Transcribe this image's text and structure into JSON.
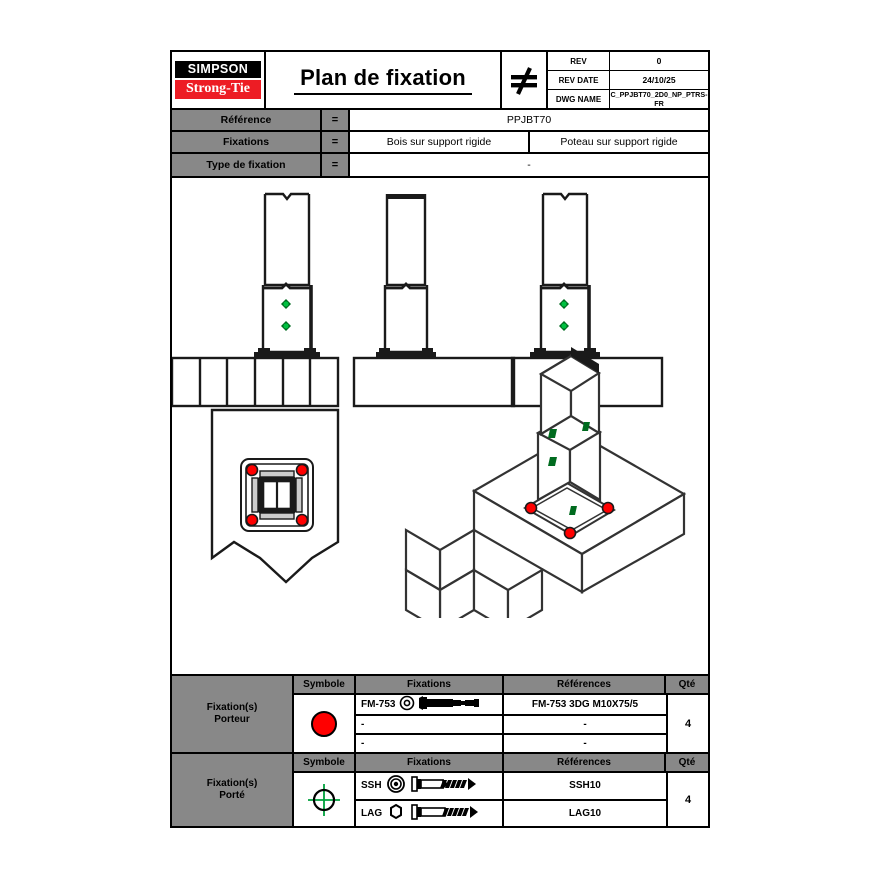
{
  "titleblock": {
    "logo_top": "SIMPSON",
    "logo_bottom": "Strong-Tie",
    "title": "Plan de fixation",
    "projection_symbol": "not-equal-symbol",
    "rev_label": "REV",
    "rev_value": "0",
    "rev_date_label": "REV DATE",
    "rev_date_value": "24/10/25",
    "dwg_name_label": "DWG NAME",
    "dwg_name_value": "C_PPJBT70_2D0_NP_PTRS-FR"
  },
  "specs": [
    {
      "label": "Référence",
      "eq": "=",
      "values": [
        "PPJBT70"
      ]
    },
    {
      "label": "Fixations",
      "eq": "=",
      "values": [
        "Bois sur support rigide",
        "Poteau sur support rigide"
      ]
    },
    {
      "label": "Type de fixation",
      "eq": "=",
      "values": [
        "-"
      ]
    }
  ],
  "drawing": {
    "views": [
      {
        "name": "elevation-view-left",
        "description": "Poteau sur platine, support bois lamellé"
      },
      {
        "name": "elevation-view-center",
        "description": "Poteau sur platine, support béton"
      },
      {
        "name": "elevation-view-right",
        "description": "Poteau sur platine, support béton large"
      },
      {
        "name": "plan-view",
        "description": "Vue en plan de la platine avec 4 ancrages"
      },
      {
        "name": "isometric-view",
        "description": "Vue 3D poteau sur massif"
      }
    ],
    "anchor_color": "#FF0000",
    "screw_color": "#006B1F",
    "line_color": "#1A1A1A"
  },
  "fixation_tables": [
    {
      "name": "Fixation(s)\nPorteur",
      "name_line1": "Fixation(s)",
      "name_line2": "Porteur",
      "symbol": "red-circle",
      "symbol_color": "#FF0000",
      "headers": {
        "symbole": "Symbole",
        "fixations": "Fixations",
        "references": "Références",
        "qte": "Qté"
      },
      "rows": [
        {
          "code": "FM-753",
          "icon": "anchor-bolt-icon",
          "reference": "FM-753 3DG M10X75/5"
        },
        {
          "code": "-",
          "icon": "",
          "reference": "-"
        },
        {
          "code": "-",
          "icon": "",
          "reference": "-"
        }
      ],
      "qty": "4"
    },
    {
      "name_line1": "Fixation(s)",
      "name_line2": "Porté",
      "symbol": "green-crosshair",
      "symbol_color": "#00A03C",
      "headers": {
        "symbole": "Symbole",
        "fixations": "Fixations",
        "references": "Références",
        "qte": "Qté"
      },
      "rows": [
        {
          "code": "SSH",
          "icon": "hex-washer-screw-icon",
          "reference": "SSH10"
        },
        {
          "code": "LAG",
          "icon": "lag-screw-icon",
          "reference": "LAG10"
        }
      ],
      "qty": "4"
    }
  ]
}
